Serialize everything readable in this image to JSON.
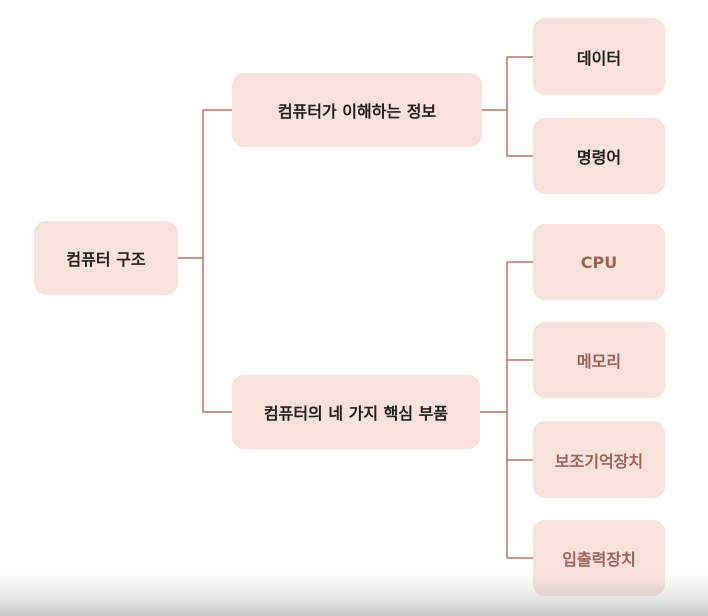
{
  "root": {
    "label": "컴퓨터 구조"
  },
  "branch_info": {
    "label": "컴퓨터가 이해하는 정보",
    "children": [
      "데이터",
      "명령어"
    ]
  },
  "branch_parts": {
    "label": "컴퓨터의 네 가지 핵심 부품",
    "children": [
      "CPU",
      "메모리",
      "보조기억장치",
      "입출력장치"
    ]
  },
  "colors": {
    "node_fill": "#f8e0dc",
    "line": "#b5736a",
    "text_dark": "#1e1e1e",
    "text_muted": "#9a6455"
  }
}
